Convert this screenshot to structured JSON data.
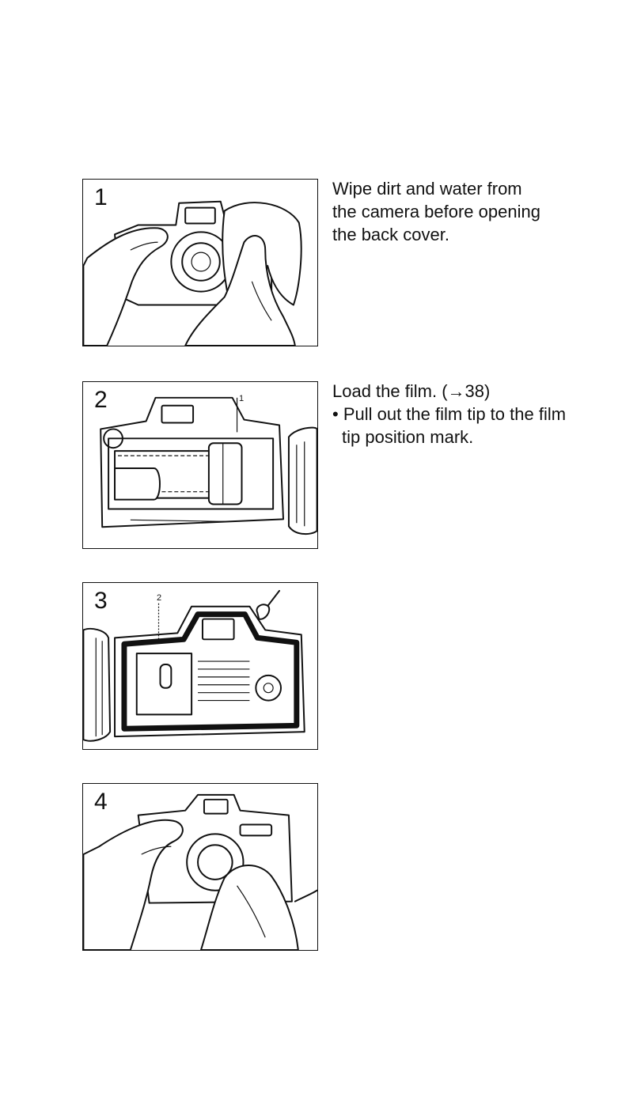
{
  "steps": [
    {
      "number": "1",
      "illustration": "hands-wiping-camera-with-cloth",
      "lines": [
        "Wipe dirt and water from",
        "the camera before opening",
        "the back cover."
      ]
    },
    {
      "number": "2",
      "illustration": "open-camera-back-film-loaded",
      "callout": "1",
      "heading": "Load the film. (→38)",
      "bullet": "• Pull out the film tip to the film tip position mark."
    },
    {
      "number": "3",
      "illustration": "camera-back-gasket-seal",
      "callout": "2"
    },
    {
      "number": "4",
      "illustration": "hands-wiping-lens-with-cloth"
    }
  ]
}
